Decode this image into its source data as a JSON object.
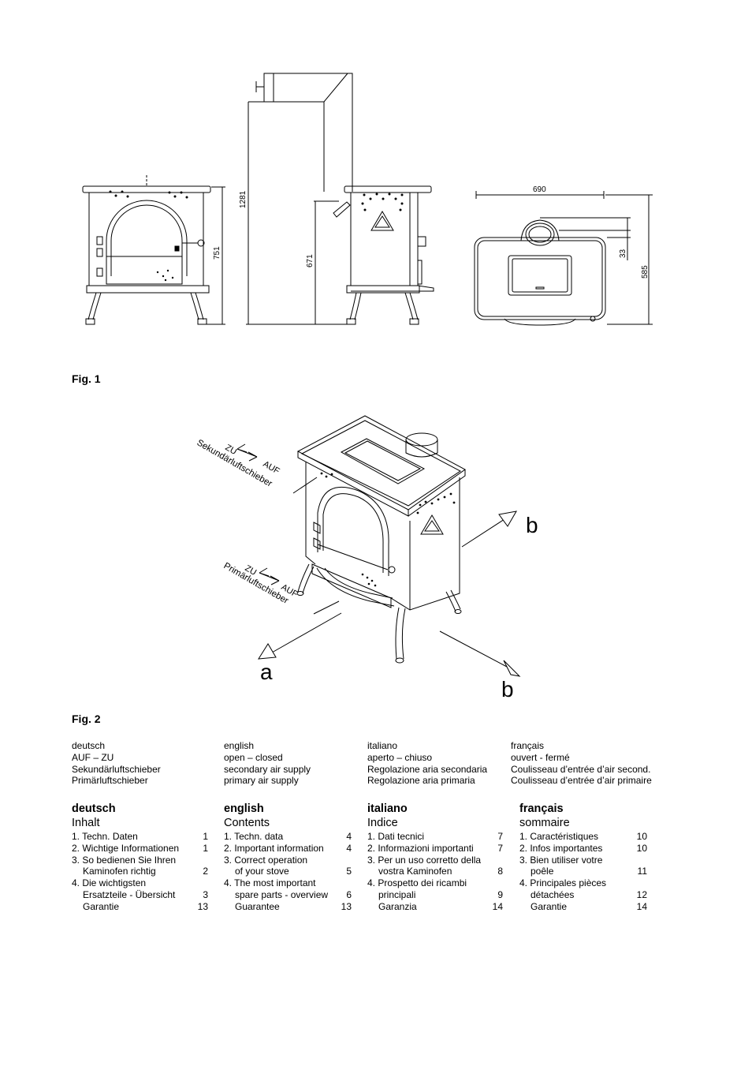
{
  "fig1": {
    "label": "Fig. 1",
    "dims": {
      "height_total": "1281",
      "height_front": "751",
      "height_side": "671",
      "width": "690",
      "depth": "585",
      "offset": "33"
    }
  },
  "fig2": {
    "label": "Fig. 2",
    "secondary_labels": [
      "ZU",
      "AUF",
      "Sekundärluftschieber"
    ],
    "primary_labels": [
      "ZU",
      "AUF",
      "Primärluftschieber"
    ],
    "axis_a": "a",
    "axis_b": "b"
  },
  "legend": [
    {
      "lang": "deutsch",
      "lines": [
        "AUF – ZU",
        "Sekundärluftschieber",
        "Primärluftschieber"
      ]
    },
    {
      "lang": "english",
      "lines": [
        "open – closed",
        "secondary air supply",
        "primary air supply"
      ]
    },
    {
      "lang": "italiano",
      "lines": [
        "aperto – chiuso",
        "Regolazione aria secondaria",
        "Regolazione aria primaria"
      ]
    },
    {
      "lang": "français",
      "lines": [
        "ouvert - fermé",
        "Coulisseau d’entrée d’air second.",
        "Coulisseau d’entrée d’air primaire"
      ]
    }
  ],
  "toc": [
    {
      "lang": "deutsch",
      "title": "Inhalt",
      "rows": [
        {
          "text": "1. Techn. Daten",
          "page": "1"
        },
        {
          "text": "2. Wichtige Informationen",
          "page": "1"
        },
        {
          "text": "3. So bedienen Sie Ihren",
          "page": ""
        },
        {
          "text": "Kaminofen richtig",
          "page": "2",
          "indent": true
        },
        {
          "text": "4. Die wichtigsten",
          "page": ""
        },
        {
          "text": "Ersatzteile - Übersicht",
          "page": "3",
          "indent": true
        },
        {
          "text": "Garantie",
          "page": "13",
          "indent": true
        }
      ]
    },
    {
      "lang": "english",
      "title": "Contents",
      "rows": [
        {
          "text": "1. Techn. data",
          "page": "4"
        },
        {
          "text": "2. Important information",
          "page": "4"
        },
        {
          "text": "3. Correct operation",
          "page": ""
        },
        {
          "text": "of your stove",
          "page": "5",
          "indent": true
        },
        {
          "text": "4. The most important",
          "page": ""
        },
        {
          "text": "spare parts - overview",
          "page": "6",
          "indent": true
        },
        {
          "text": "Guarantee",
          "page": "13",
          "indent": true
        }
      ]
    },
    {
      "lang": "italiano",
      "title": "Indice",
      "rows": [
        {
          "text": "1. Dati tecnici",
          "page": "7"
        },
        {
          "text": "2. Informazioni importanti",
          "page": "7"
        },
        {
          "text": "3. Per un uso corretto della",
          "page": ""
        },
        {
          "text": "vostra Kaminofen",
          "page": "8",
          "indent": true
        },
        {
          "text": "4. Prospetto  dei ricambi",
          "page": ""
        },
        {
          "text": "principali",
          "page": "9",
          "indent": true
        },
        {
          "text": "Garanzia",
          "page": "14",
          "indent": true
        }
      ]
    },
    {
      "lang": "français",
      "title": "sommaire",
      "rows": [
        {
          "text": "1. Caractéristiques",
          "page": "10"
        },
        {
          "text": "2. Infos importantes",
          "page": "10"
        },
        {
          "text": "3. Bien utiliser votre",
          "page": ""
        },
        {
          "text": "poêle",
          "page": "11",
          "indent": true
        },
        {
          "text": "4. Principales pièces",
          "page": ""
        },
        {
          "text": "détachées",
          "page": "12",
          "indent": true
        },
        {
          "text": "Garantie",
          "page": "14",
          "indent": true
        }
      ]
    }
  ]
}
